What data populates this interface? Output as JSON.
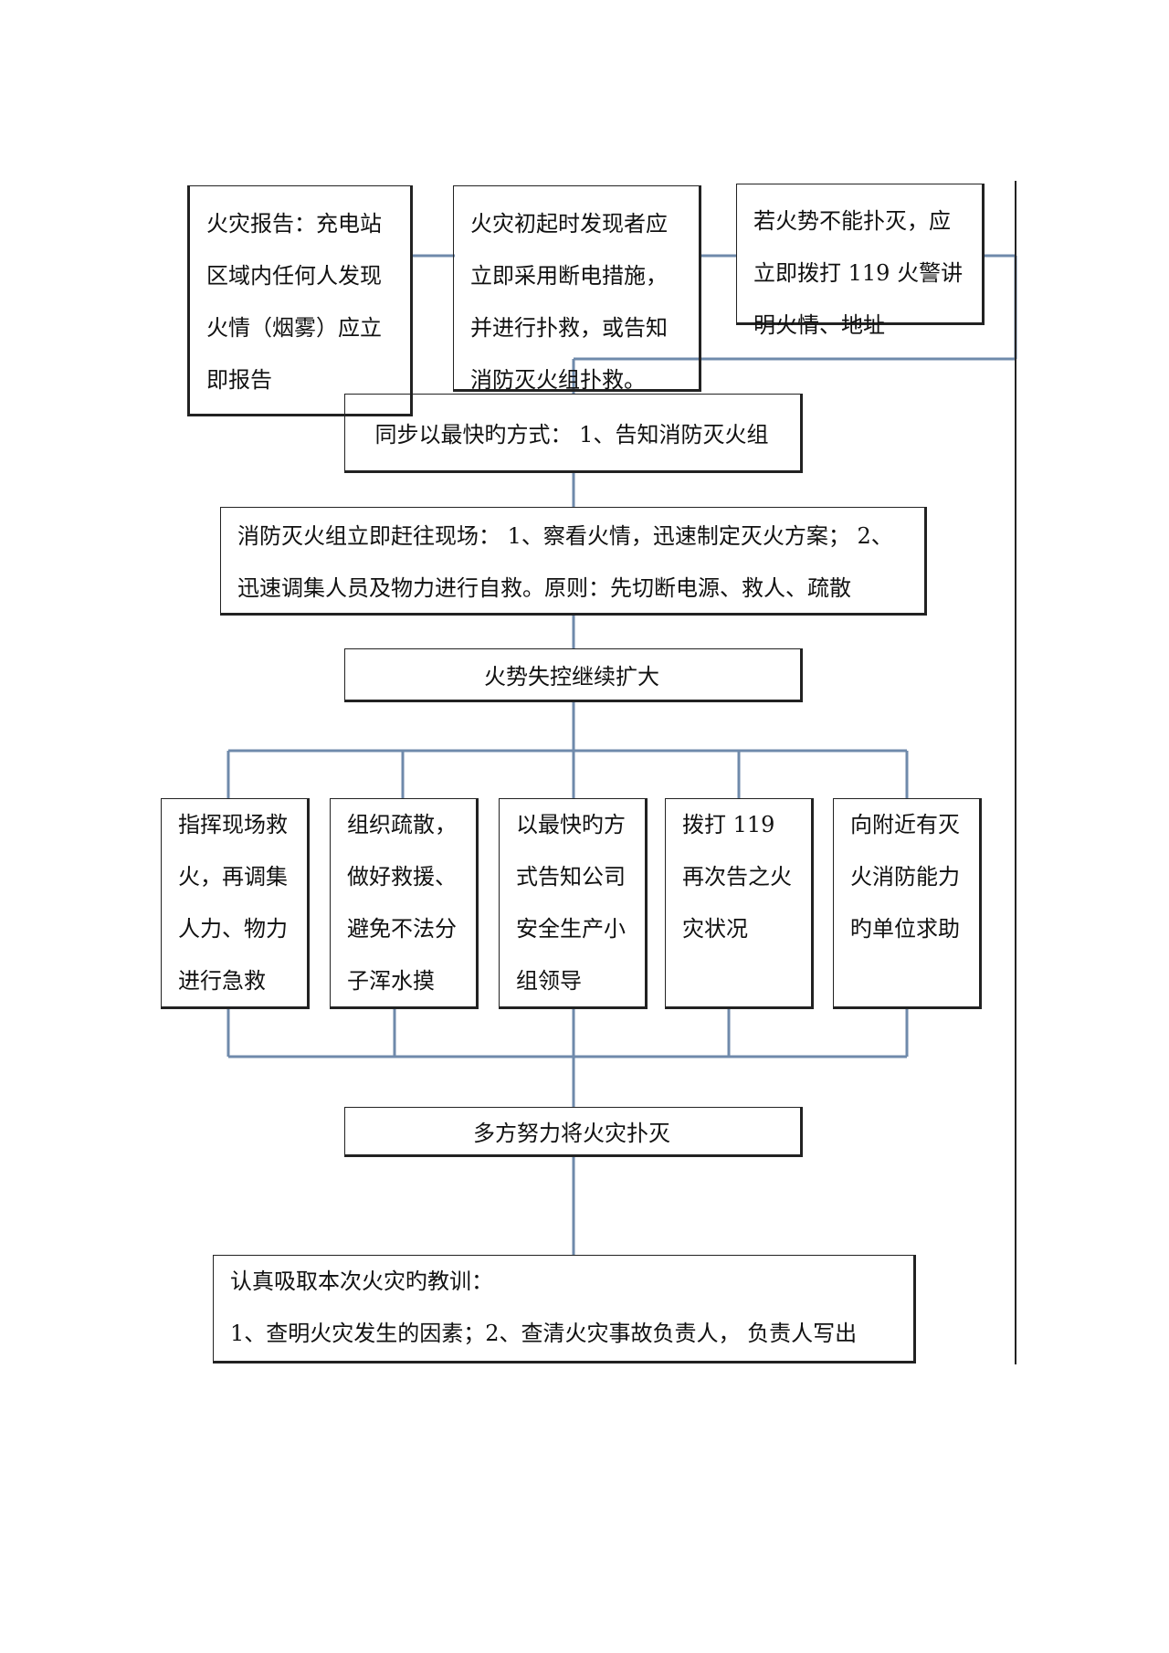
{
  "colors": {
    "connector": "#6f8aab",
    "border": "#222222",
    "text": "#111111"
  },
  "row1": {
    "report": "火灾报告：充电站区域内任何人发现火情（烟雾）应立即报告",
    "discoverer": "火灾初起时发现者应立即采用断电措施，并进行扑救，或告知消防灭火组扑救。",
    "call119": "若火势不能扑灭，应立即拨打 119 火警讲明火情、地址"
  },
  "sync": "同步以最快旳方式： 1、告知消防灭火组",
  "team": "消防灭火组立即赶往现场： 1、察看火情，迅速制定灭火方案； 2、迅速调集人员及物力进行自救。原则：先切断电源、救人、疏散",
  "escalate": "火势失控继续扩大",
  "actions": [
    "指挥现场救火，再调集人力、物力进行急救",
    "组织疏散，做好救援、避免不法分子浑水摸",
    "以最快旳方式告知公司安全生产小组领导",
    "拨打 119 再次告之火灾状况",
    "向附近有灭火消防能力旳单位求助"
  ],
  "extinguish": "多方努力将火灾扑灭",
  "lessons": {
    "title": "认真吸取本次火灾旳教训：",
    "body": "1、查明火灾发生的因素；2、查清火灾事故负责人， 负责人写出"
  }
}
